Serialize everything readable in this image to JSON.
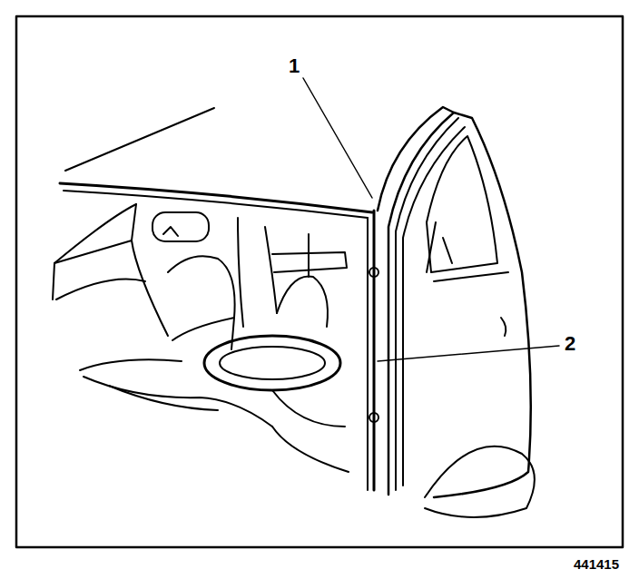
{
  "diagram": {
    "labels": [
      "1",
      "2",
      "441415"
    ]
  }
}
